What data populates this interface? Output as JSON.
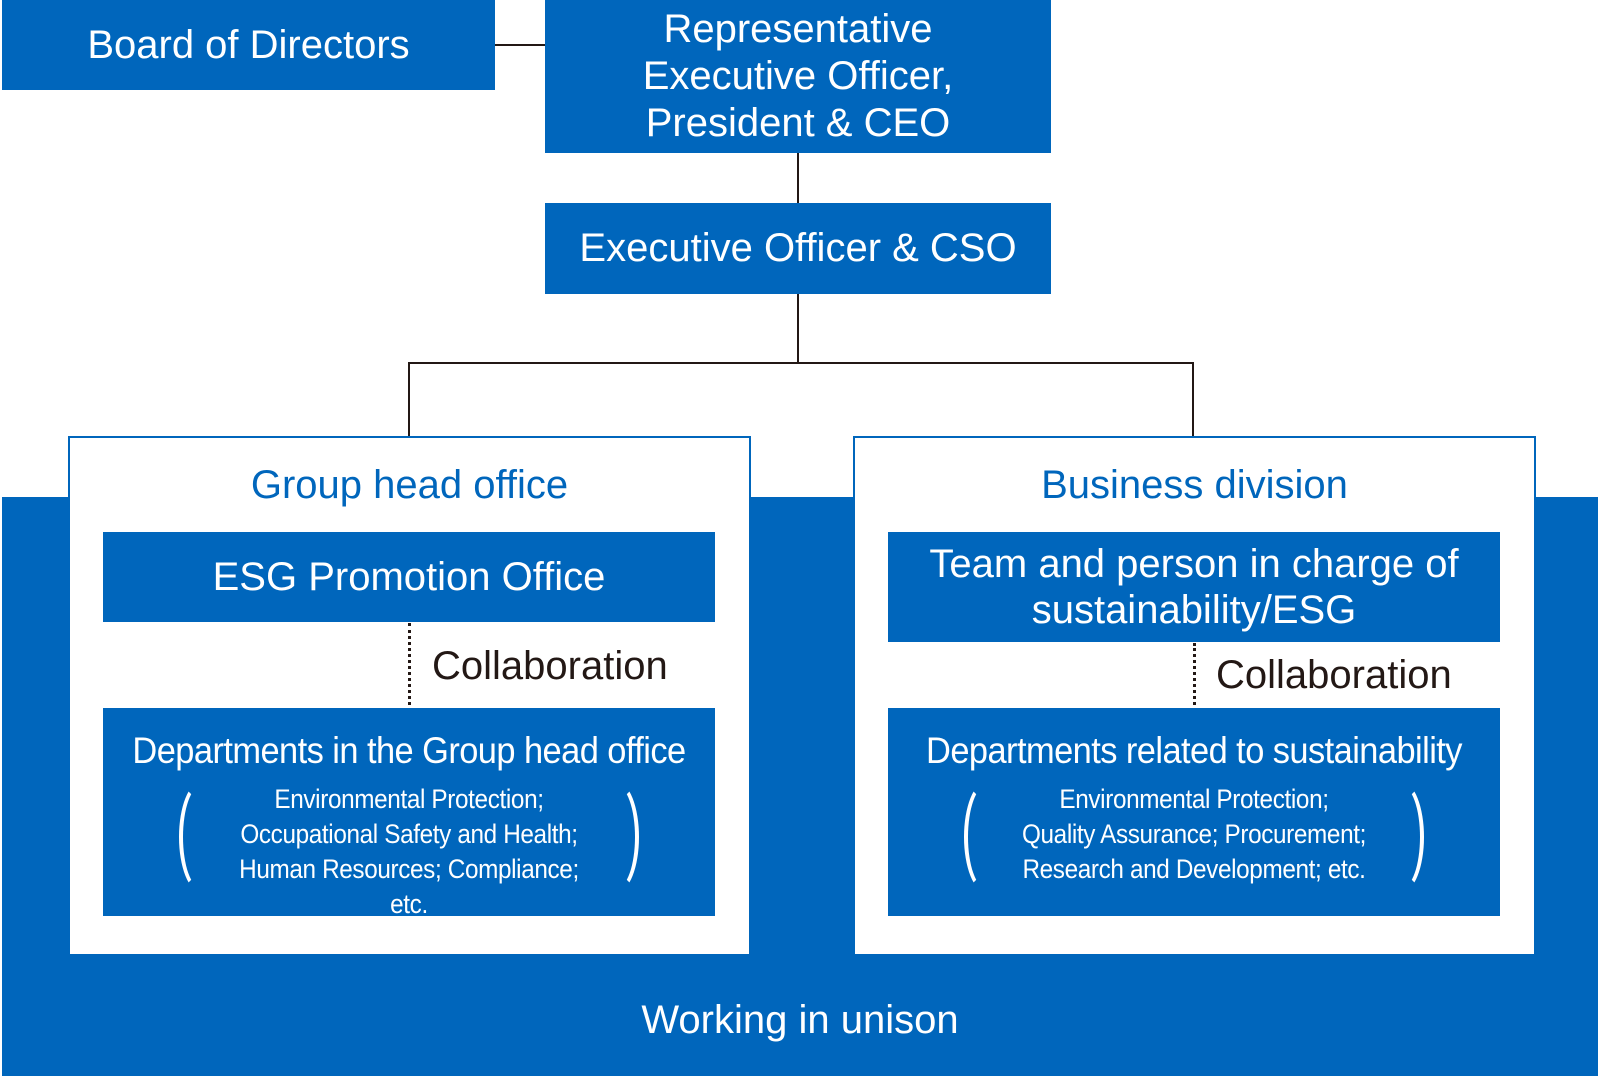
{
  "colors": {
    "brand_blue": "#0066BC",
    "line": "#231815",
    "background": "#FFFFFF"
  },
  "top": {
    "board_label": "Board of Directors",
    "ceo_lines": [
      "Representative",
      "Executive Officer,",
      "President & CEO"
    ],
    "cso_label": "Executive Officer & CSO"
  },
  "group_head_office": {
    "title": "Group head office",
    "unit_label": "ESG Promotion Office",
    "collaboration_label": "Collaboration",
    "dept_title": "Departments in the Group head office",
    "dept_details": [
      "Environmental Protection;",
      "Occupational Safety and Health;",
      "Human Resources; Compliance; etc."
    ]
  },
  "business_division": {
    "title": "Business division",
    "unit_lines": [
      "Team and person in charge of",
      "sustainability/ESG"
    ],
    "collaboration_label": "Collaboration",
    "dept_title": "Departments related to sustainability",
    "dept_details": [
      "Environmental Protection;",
      "Quality Assurance; Procurement;",
      "Research and Development; etc."
    ]
  },
  "footer": {
    "unison_label": "Working in unison"
  }
}
